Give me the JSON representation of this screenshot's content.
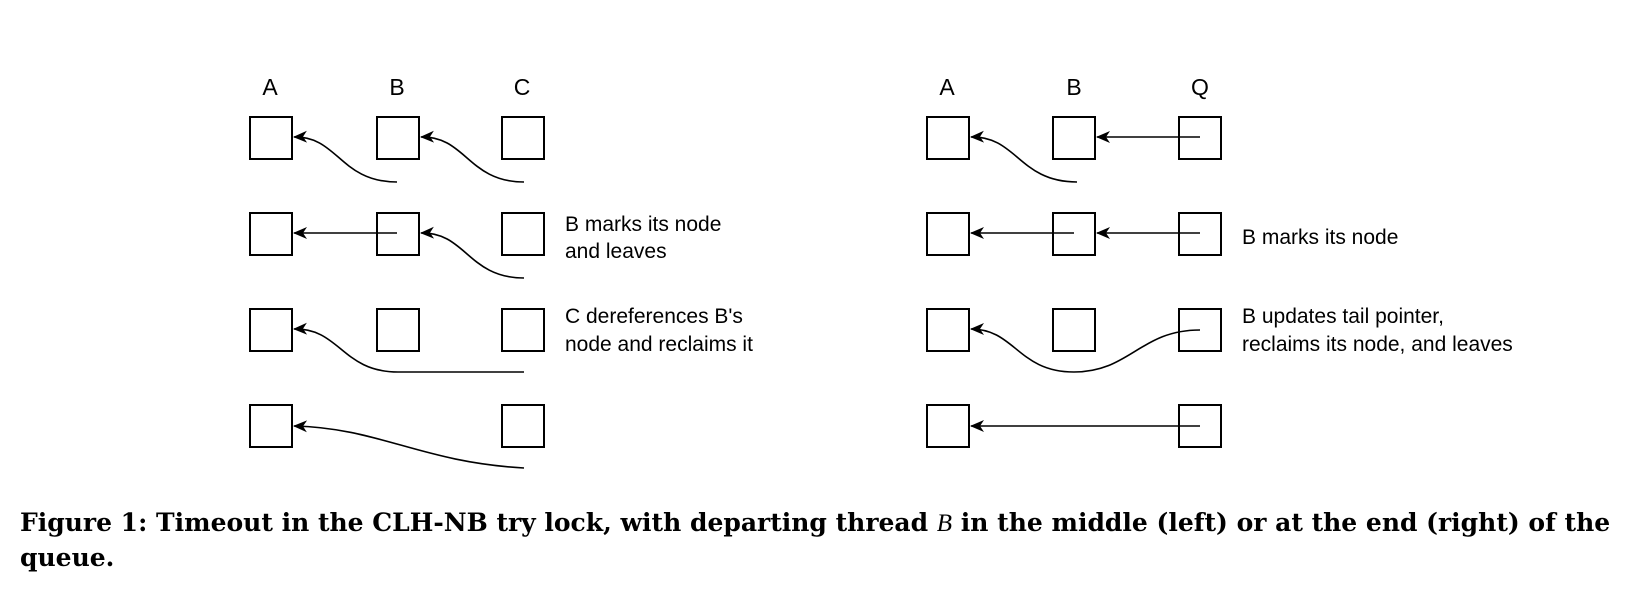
{
  "left": {
    "labels": [
      "A",
      "B",
      "C"
    ],
    "notes": {
      "row2": [
        "B marks its node",
        "and leaves"
      ],
      "row3": [
        "C dereferences B's",
        "node and reclaims it"
      ]
    }
  },
  "right": {
    "labels": [
      "A",
      "B",
      "Q"
    ],
    "notes": {
      "row2": [
        "B marks its node"
      ],
      "row3": [
        "B updates tail pointer,",
        "reclaims its node, and leaves"
      ]
    }
  },
  "caption": {
    "prefix": "Figure 1: Timeout in the CLH-NB try lock, with departing thread ",
    "variable": "B",
    "suffix": " in the middle (left) or at the end (right) of the queue."
  }
}
